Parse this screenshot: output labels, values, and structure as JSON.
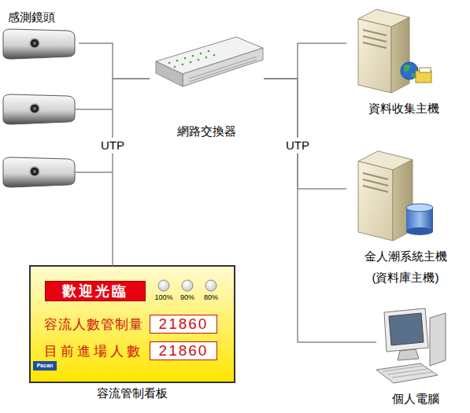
{
  "diagram": {
    "nodes": [
      {
        "text": [
          "感測鏡頭"
        ]
      },
      {
        "text": [
          "網路交換器"
        ]
      },
      {
        "text": [
          "資料收集主機"
        ]
      },
      {
        "text": [
          "金人潮系統主機",
          "(資料庫主機)"
        ]
      },
      {
        "text": [
          "容流管制看板"
        ]
      },
      {
        "text": [
          "歡迎光臨"
        ],
        "in": 4
      },
      {
        "text": [
          "21860"
        ],
        "in": 4
      },
      {
        "text": [
          "21860"
        ],
        "in": 4
      },
      {
        "text": [
          "Pacan"
        ],
        "in": 4
      },
      {
        "text": [
          "個人電腦"
        ]
      }
    ],
    "edges": [
      {
        "from": 0,
        "to": 1,
        "arrow": "none",
        "label": "UTP"
      },
      {
        "from": 4,
        "to": 1,
        "arrow": "none"
      },
      {
        "from": 1,
        "to": 2,
        "arrow": "none",
        "label": "UTP"
      },
      {
        "from": 1,
        "to": 3,
        "arrow": "none"
      },
      {
        "from": 1,
        "to": 9,
        "arrow": "none"
      }
    ],
    "labels": [
      "100%",
      "90%",
      "80%",
      "容流人數管制量",
      "目前進場人數"
    ]
  }
}
